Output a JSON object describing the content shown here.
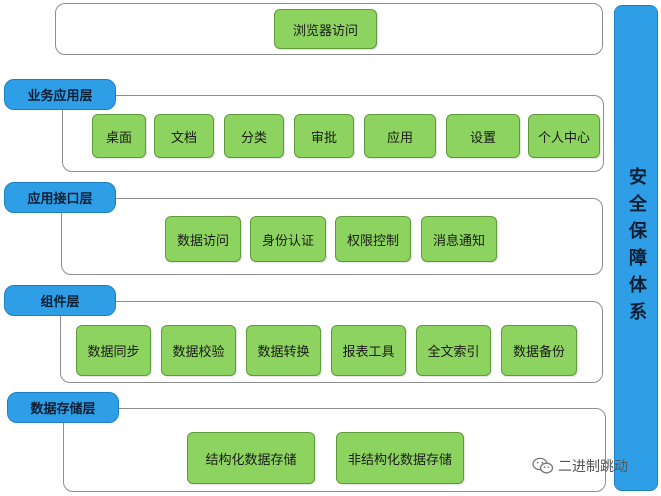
{
  "top": {
    "label": "浏览器访问"
  },
  "layers": [
    {
      "title": "业务应用层",
      "items": [
        "桌面",
        "文档",
        "分类",
        "审批",
        "应用",
        "设置",
        "个人中心"
      ]
    },
    {
      "title": "应用接口层",
      "items": [
        "数据访问",
        "身份认证",
        "权限控制",
        "消息通知"
      ]
    },
    {
      "title": "组件层",
      "items": [
        "数据同步",
        "数据校验",
        "数据转换",
        "报表工具",
        "全文索引",
        "数据备份"
      ]
    },
    {
      "title": "数据存储层",
      "items": [
        "结构化数据存储",
        "非结构化数据存储"
      ]
    }
  ],
  "security": {
    "label": "安全保障体系"
  },
  "watermark": {
    "text": "二进制跳动",
    "icon": "wechat-icon"
  },
  "colors": {
    "box_fill": "#8dd35f",
    "tag_fill": "#2e9fe6",
    "panel_border": "#8e8e8e"
  }
}
